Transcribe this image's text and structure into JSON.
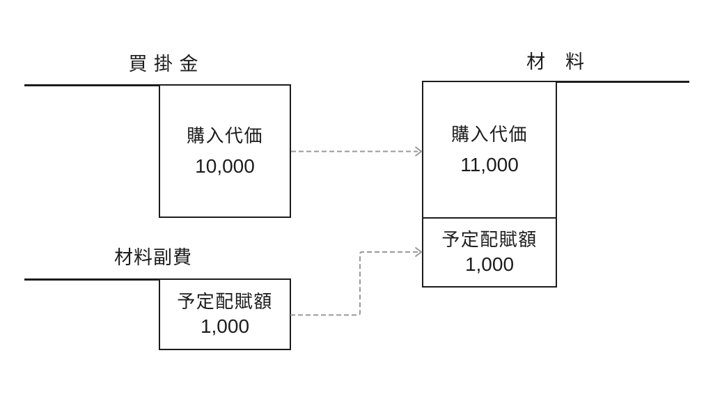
{
  "diagram": {
    "accounts_payable": {
      "title": "買 掛 金",
      "entry_label": "購入代価",
      "entry_amount": "10,000"
    },
    "material_overhead": {
      "title": "材料副費",
      "entry_label": "予定配賦額",
      "entry_amount": "1,000"
    },
    "materials": {
      "title": "材　料",
      "purchase_label": "購入代価",
      "purchase_amount": "11,000",
      "allocation_label": "予定配賦額",
      "allocation_amount": "1,000"
    },
    "colors": {
      "line": "#1c1c1c",
      "arrow": "#999999",
      "background": "#ffffff"
    }
  }
}
